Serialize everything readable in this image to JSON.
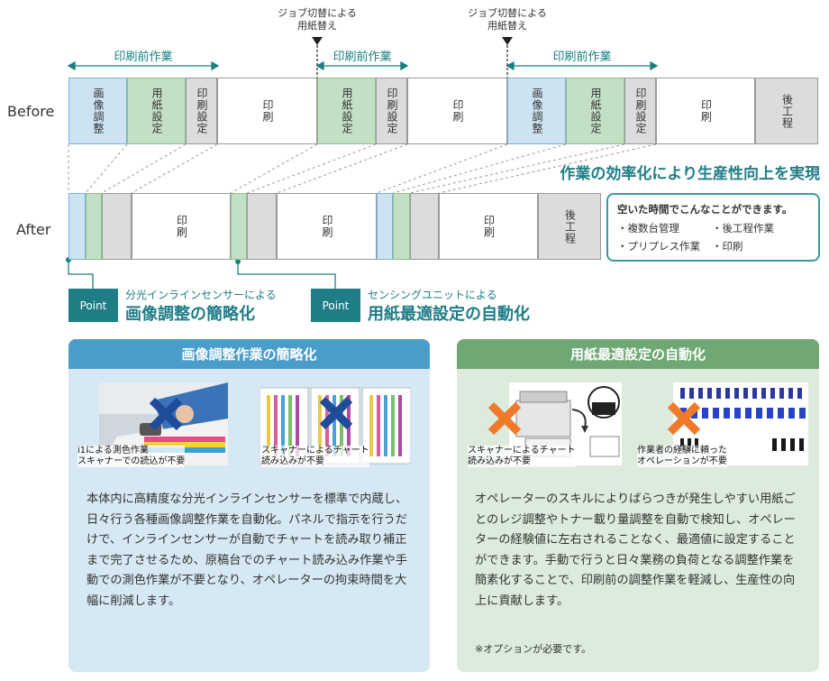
{
  "diagram": {
    "job_note": "ジョブ切替による\n用紙替え",
    "prep_label": "印刷前作業",
    "before_label": "Before",
    "after_label": "After",
    "headline": "作業の効率化により生産性向上を実現",
    "seg": {
      "image_adjust": "画像調整",
      "paper_set": "用紙設定",
      "print_set": "印刷設定",
      "print": "印刷",
      "post": "後工程"
    },
    "note_box": {
      "title": "空いた時間でこんなことができます。",
      "items": [
        "・複数台管理",
        "・後工程作業",
        "・プリプレス作業",
        "・印刷"
      ]
    }
  },
  "points": [
    {
      "badge": "Point",
      "sub": "分光インラインセンサーによる",
      "title": "画像調整の簡略化"
    },
    {
      "badge": "Point",
      "sub": "センシングユニットによる",
      "title": "用紙最適設定の自動化"
    }
  ],
  "panels": {
    "left": {
      "title": "画像調整作業の簡略化",
      "caption1": "i1による測色作業\nスキャナーでの読込が不要",
      "caption2": "スキャナーによるチャート\n読み込みが不要",
      "body": "本体内に高精度な分光インラインセンサーを標準で内蔵し、日々行う各種画像調整作業を自動化。パネルで指示を行うだけで、インラインセンサーが自動でチャートを読み取り補正まで完了させるため、原稿台でのチャート読み込み作業や手動での測色作業が不要となり、オペレーターの拘束時間を大幅に削減します。"
    },
    "right": {
      "title": "用紙最適設定の自動化",
      "caption1": "スキャナーによるチャート\n読み込みが不要",
      "caption2": "作業者の経験に頼った\nオペレーションが不要",
      "body": "オペレーターのスキルによりばらつきが発生しやすい用紙ごとのレジ調整やトナー載り量調整を自動で検知し、オペレーターの経験値に左右されることなく、最適値に設定することができます。手動で行うと日々業務の負荷となる調整作業を簡素化することで、印刷前の調整作業を軽減し、生産性の向上に貢献します。",
      "note": "※オプションが必要です。"
    }
  },
  "colors": {
    "teal": "#1f7d86",
    "blue_header": "#4a9cc9",
    "green_header": "#6fa874",
    "blue_panel": "#d6e8f3",
    "green_panel": "#dcebdc",
    "cross": "#f07a2a",
    "cross_blue": "#1f4c9a"
  }
}
